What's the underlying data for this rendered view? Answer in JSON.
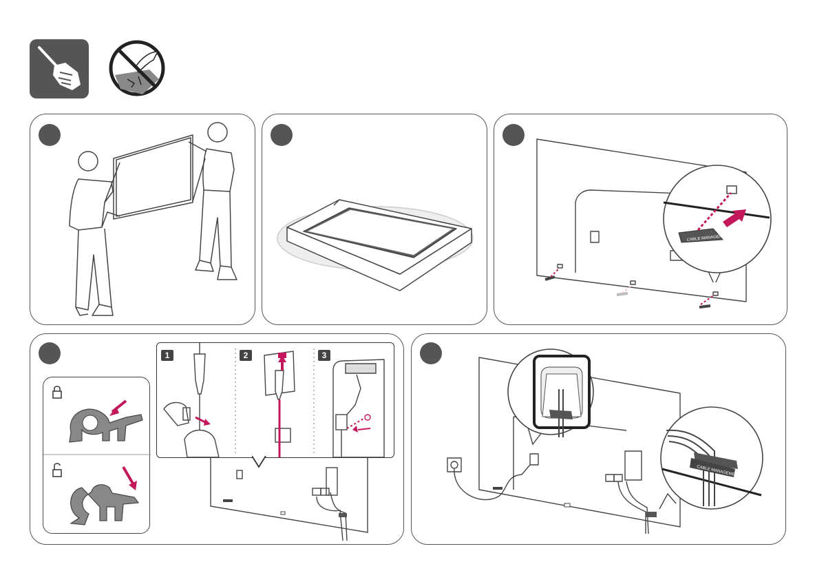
{
  "header_icons": [
    {
      "name": "screwdriver-tool-icon",
      "kind": "tool"
    },
    {
      "name": "no-scratching-sharp-object-icon",
      "kind": "prohibition"
    }
  ],
  "colors": {
    "accent": "#c2185b",
    "line": "#444444",
    "badge": "#555555",
    "light_gray": "#dddddd"
  },
  "panel2_substeps": [
    "1",
    "2",
    "3"
  ],
  "label_text": "CABLE MANAGEMENT"
}
